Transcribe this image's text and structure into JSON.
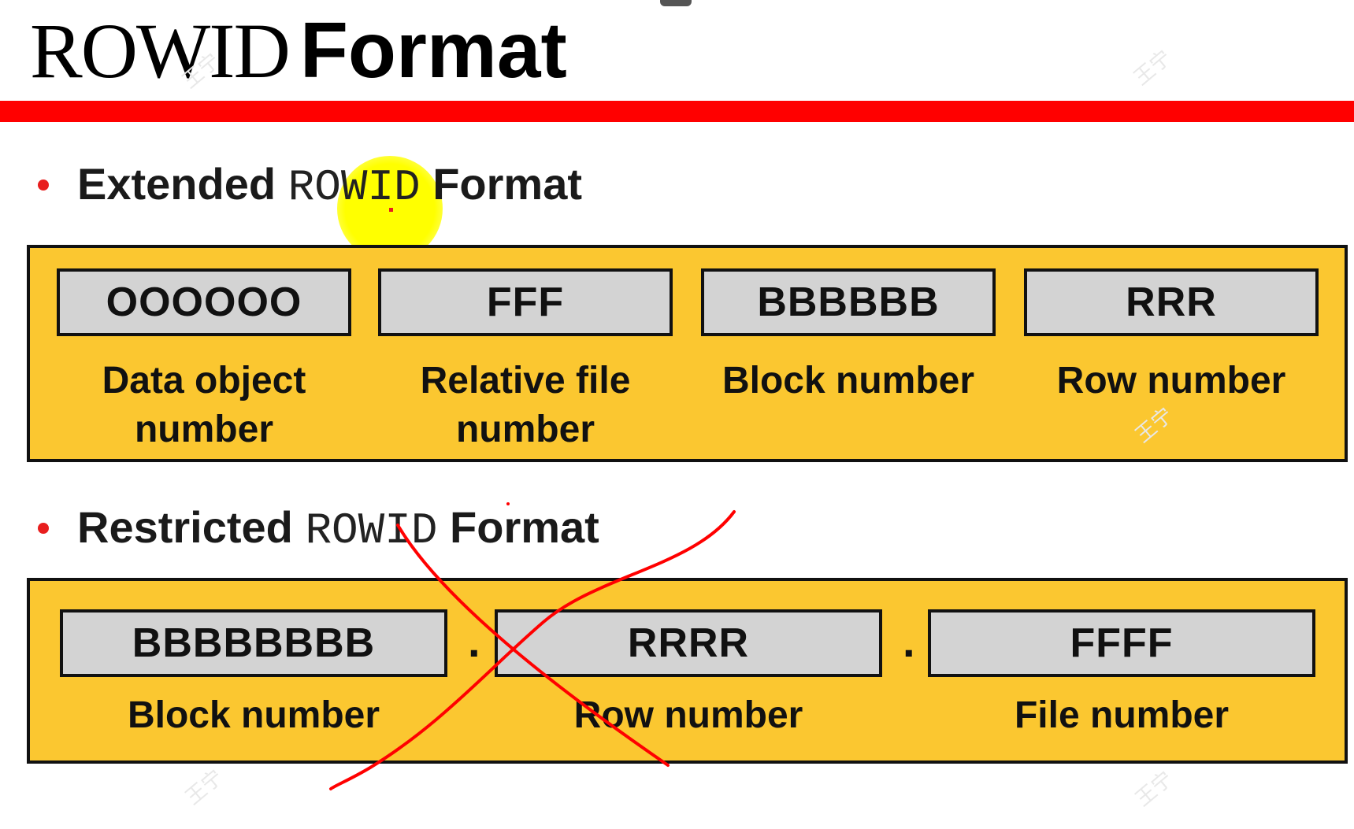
{
  "title": {
    "plain": "ROWID",
    "bold": "Format"
  },
  "extended": {
    "heading_pre": "Extended ",
    "heading_mono": "ROWID",
    "heading_post": " Format",
    "fields": [
      {
        "code": "OOOOOO",
        "label": "Data object number"
      },
      {
        "code": "FFF",
        "label": "Relative file number"
      },
      {
        "code": "BBBBBB",
        "label": "Block number"
      },
      {
        "code": "RRR",
        "label": "Row number"
      }
    ]
  },
  "restricted": {
    "heading_pre": "Restricted ",
    "heading_mono": "ROWID",
    "heading_post": " Format",
    "fields": [
      {
        "code": "BBBBBBBB",
        "label": "Block number"
      },
      {
        "code": "RRRR",
        "label": "Row number"
      },
      {
        "code": "FFFF",
        "label": "File number"
      }
    ],
    "separator": "."
  },
  "watermark": "王宁",
  "colors": {
    "accent_bar": "#ff0000",
    "panel": "#fbc730",
    "field": "#d3d3d3",
    "bullet": "#e81e1e",
    "annotation": "#ff0000",
    "highlight": "#ffff00"
  }
}
